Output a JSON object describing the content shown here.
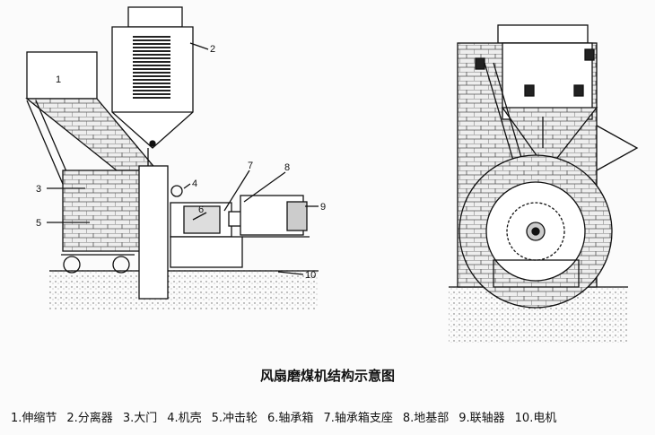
{
  "title": "风扇磨煤机结构示意图",
  "callouts": [
    "1",
    "2",
    "3",
    "4",
    "5",
    "6",
    "7",
    "8",
    "9",
    "10"
  ],
  "legend": [
    "1.伸缩节",
    "2.分离器",
    "3.大门",
    "4.机壳",
    "5.冲击轮",
    "6.轴承箱",
    "7.轴承箱支座",
    "8.地基部",
    "9.联轴器",
    "10.电机"
  ]
}
